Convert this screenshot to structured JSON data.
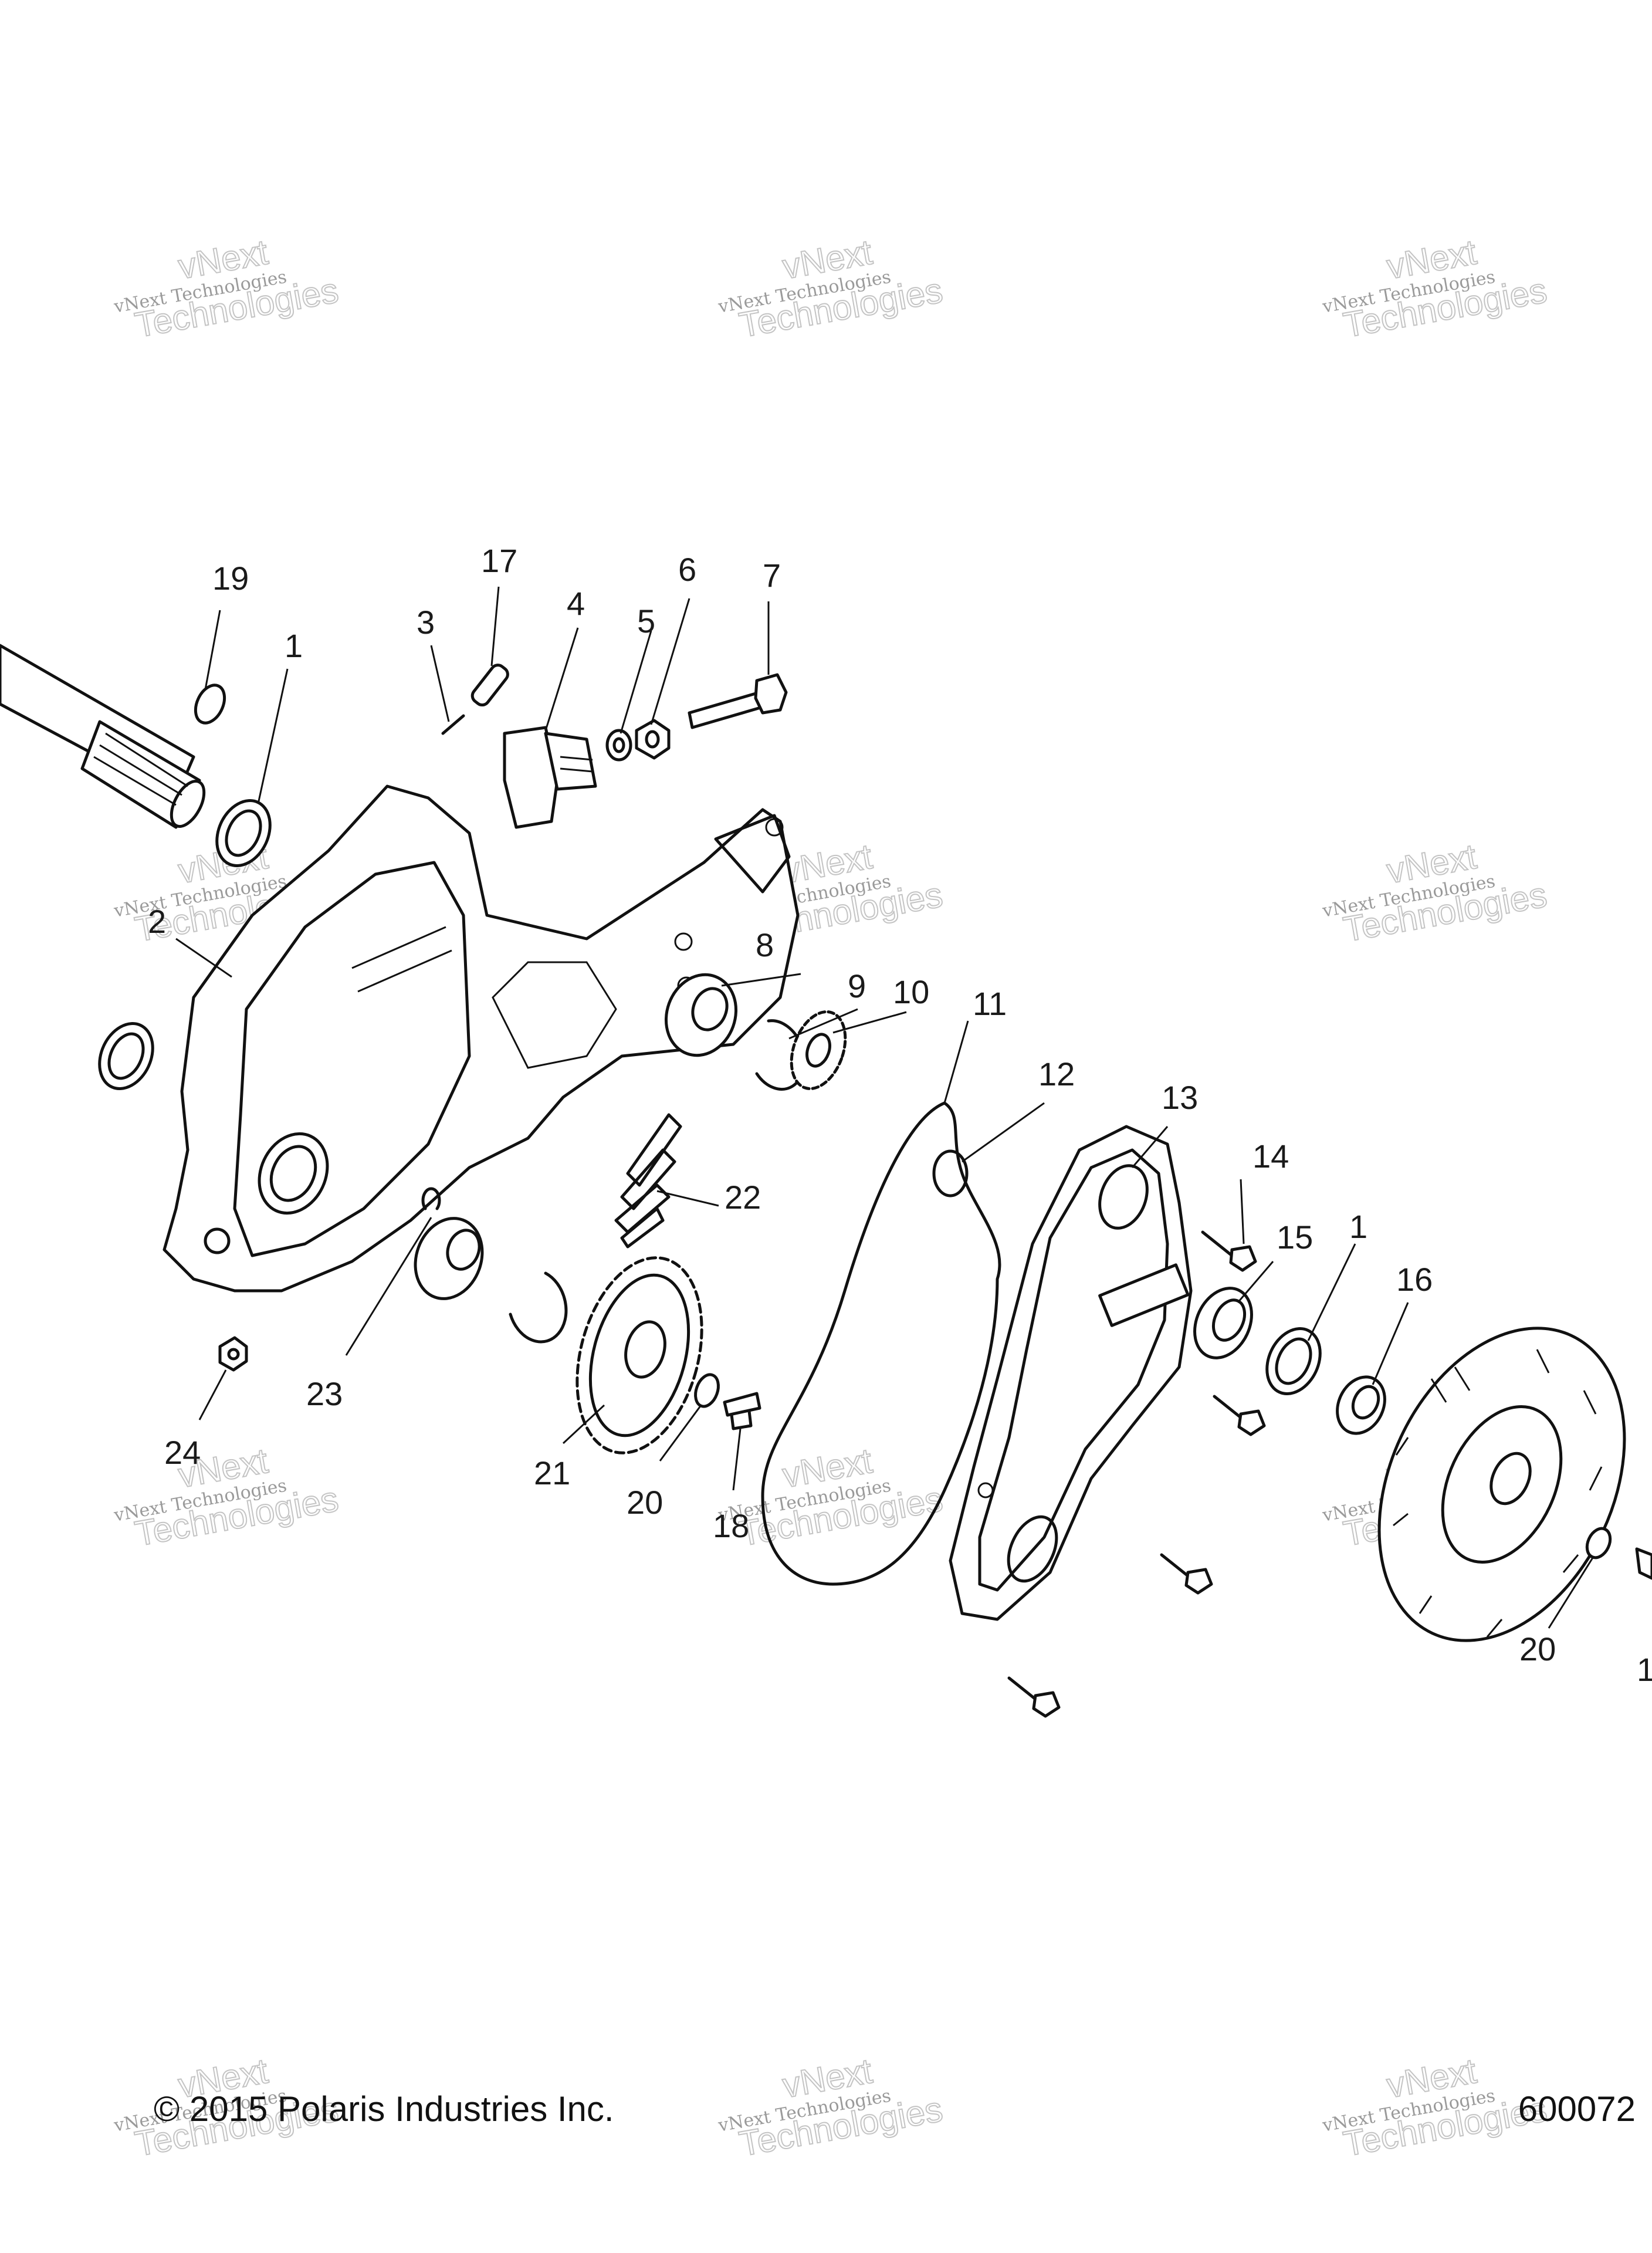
{
  "callouts": [
    "19",
    "1",
    "17",
    "3",
    "4",
    "5",
    "6",
    "7",
    "2",
    "8",
    "9",
    "10",
    "11",
    "12",
    "13",
    "14",
    "15",
    "1",
    "16",
    "22",
    "23",
    "24",
    "21",
    "20",
    "18",
    "20",
    "1"
  ],
  "watermark": {
    "line1": "vNext Technologies",
    "line2": "vNext",
    "line3": "Technologies"
  },
  "footer": {
    "copyright": "© 2015 Polaris Industries Inc.",
    "figure_number": "600072"
  }
}
